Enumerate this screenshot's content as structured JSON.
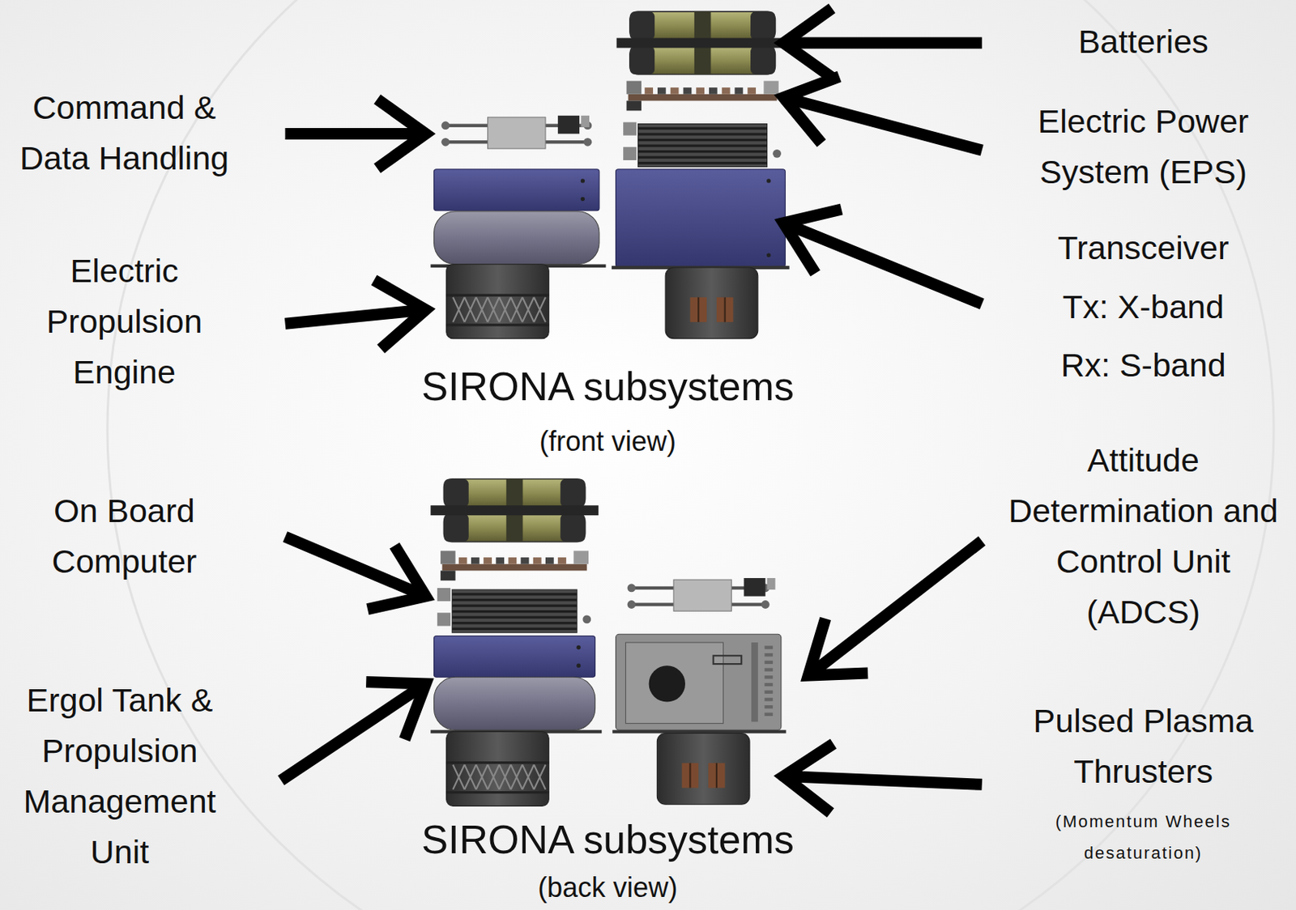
{
  "diagram": {
    "labels": [
      "Batteries",
      "Command & Data Handling",
      "Electric Power System (EPS)",
      "Electric Propulsion Engine",
      "Transceiver",
      "Tx: X-band",
      "Rx: S-band",
      "SIRONA subsystems",
      "(front view)",
      "Attitude Determination and Control Unit (ADCS)",
      "On Board Computer",
      "Ergol Tank & Propulsion Management Unit",
      "Pulsed Plasma Thrusters",
      "(Momentum Wheels desaturation)",
      "SIRONA subsystems",
      "(back view)"
    ]
  }
}
